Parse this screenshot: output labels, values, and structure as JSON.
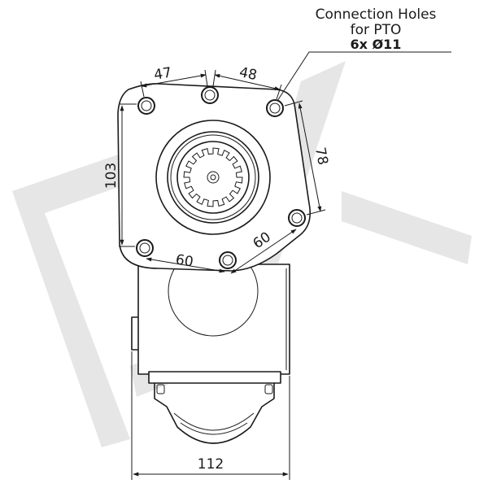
{
  "callout": {
    "line1": "Connection Holes",
    "line2": "for PTO",
    "line3": "6x Ø11"
  },
  "dimensions": {
    "top_left": "47",
    "top_right": "48",
    "left": "103",
    "right": "78",
    "bottom_left": "60",
    "bottom_right": "60",
    "width": "112"
  },
  "colors": {
    "watermark": "#e6e6e6",
    "line": "#1a1a1a"
  }
}
